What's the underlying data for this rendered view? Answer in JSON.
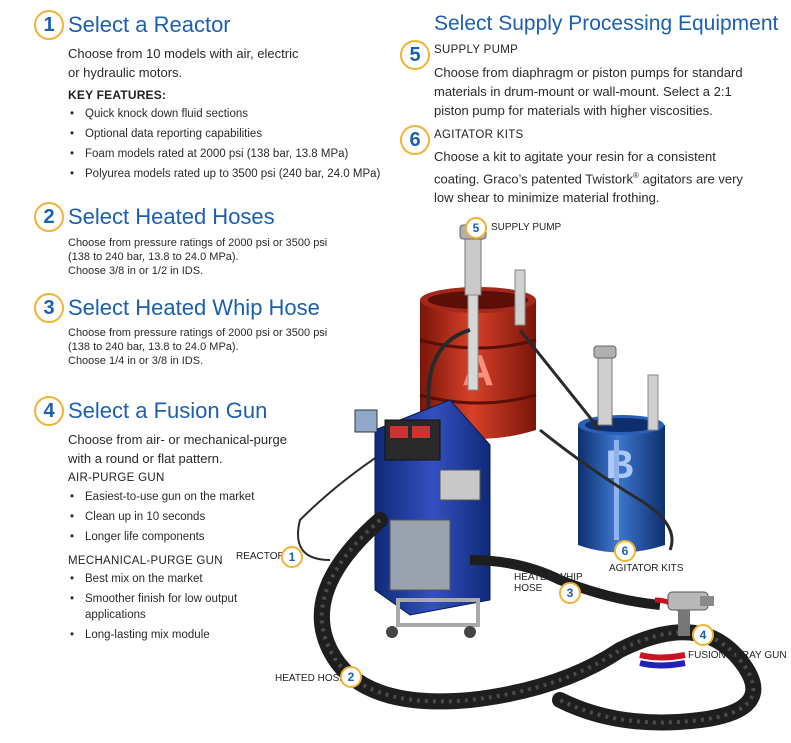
{
  "sections": [
    {
      "num": "1",
      "title": "Select a Reactor",
      "body": "Choose from 10 models with air, electric\nor hydraulic motors.",
      "features_label": "KEY FEATURES:",
      "features": [
        "Quick knock down fluid sections",
        "Optional data reporting capabilities",
        "Foam models rated at 2000 psi (138 bar, 13.8 MPa)",
        "Polyurea models rated up to 3500 psi (240 bar, 24.0 MPa)"
      ]
    },
    {
      "num": "2",
      "title": "Select Heated Hoses",
      "body": "Choose from pressure ratings of 2000 psi or 3500 psi\n(138 to 240 bar, 13.8 to 24.0 MPa).\nChoose 3/8 in or 1/2 in IDS."
    },
    {
      "num": "3",
      "title": "Select Heated Whip Hose",
      "body": "Choose from pressure ratings of 2000 psi or 3500 psi\n(138 to 240 bar, 13.8 to 24.0 MPa).\nChoose 1/4 in or 3/8 in IDS."
    },
    {
      "num": "4",
      "title": "Select a Fusion Gun",
      "body": "Choose from air- or mechanical-purge\nwith a round or flat pattern.",
      "air_label": "AIR-PURGE GUN",
      "air_features": [
        "Easiest-to-use gun on the market",
        "Clean up in 10 seconds",
        "Longer life components"
      ],
      "mech_label": "MECHANICAL-PURGE GUN",
      "mech_features": [
        "Best mix on the market",
        "Smoother finish for low output applications",
        "Long-lasting mix module"
      ]
    }
  ],
  "supply": {
    "title": "Select Supply Processing Equipment",
    "pump": {
      "num": "5",
      "label": "SUPPLY PUMP",
      "body": "Choose from diaphragm or piston pumps for standard materials in drum-mount or wall-mount. Select a 2:1 piston pump for materials with higher viscosities."
    },
    "agitator": {
      "num": "6",
      "label": "AGITATOR KITS",
      "body_pre": "Choose a kit to agitate your resin for a consistent coating. Graco’s patented Twistork",
      "reg": "®",
      "body_post": " agitators are very low shear to minimize material frothing."
    }
  },
  "callouts": {
    "supply_pump": {
      "num": "5",
      "text": "SUPPLY PUMP"
    },
    "reactor": {
      "num": "1",
      "text": "REACTOR"
    },
    "agitator": {
      "num": "6",
      "text": "AGITATOR KITS"
    },
    "whip": {
      "num": "3",
      "text": "HEATED WHIP\nHOSE"
    },
    "gun": {
      "num": "4",
      "text": "FUSION SPRAY GUN"
    },
    "hose": {
      "num": "2",
      "text": "HEATED HOSE"
    }
  },
  "drums": {
    "a_letter": "A",
    "b_letter": "B"
  },
  "colors": {
    "accent": "#1c5fae",
    "ring": "#f2b233",
    "drum_a": "#c0301e",
    "drum_b": "#1f4fa0"
  }
}
